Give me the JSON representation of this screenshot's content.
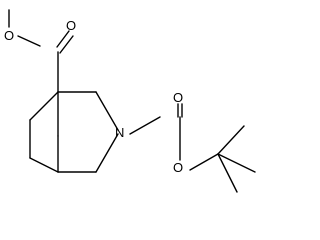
{
  "molecule": {
    "atoms": {
      "ester_ether_oxygen": "O",
      "ester_carbonyl_oxygen": "O",
      "ring_nitrogen": "N",
      "carbamate_carbonyl_oxygen": "O",
      "carbamate_ether_oxygen": "O"
    },
    "colors": {
      "bond": "#000000",
      "label": "#000000",
      "background": "#ffffff"
    }
  }
}
